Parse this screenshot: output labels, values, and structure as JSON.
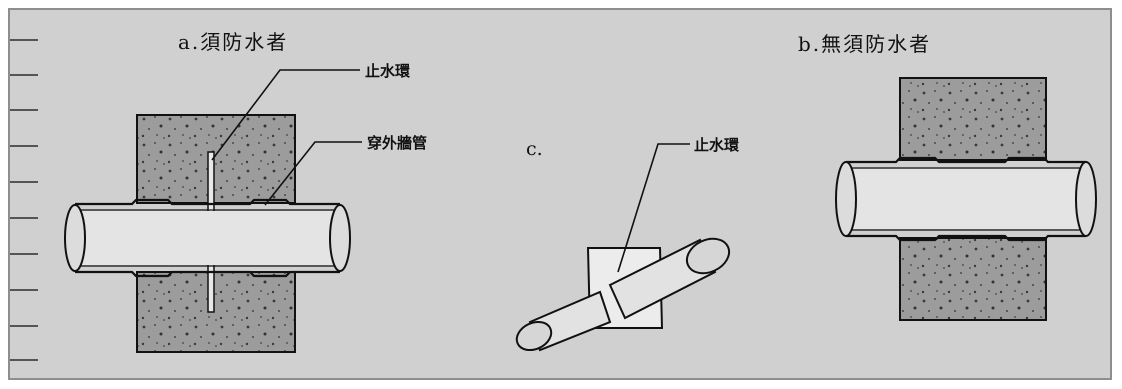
{
  "diagram": {
    "panel_a": {
      "title": "a.須防水者",
      "callout_waterstop": "止水環",
      "callout_sleeve": "穿外牆管"
    },
    "panel_b": {
      "title": "b.無須防水者"
    },
    "panel_c": {
      "label": "c.",
      "callout_waterstop": "止水環"
    },
    "colors": {
      "paper": "#d0d0d0",
      "concrete": "#9c9c9c",
      "pipe": "#e4e4e4",
      "ink": "#111111"
    }
  }
}
